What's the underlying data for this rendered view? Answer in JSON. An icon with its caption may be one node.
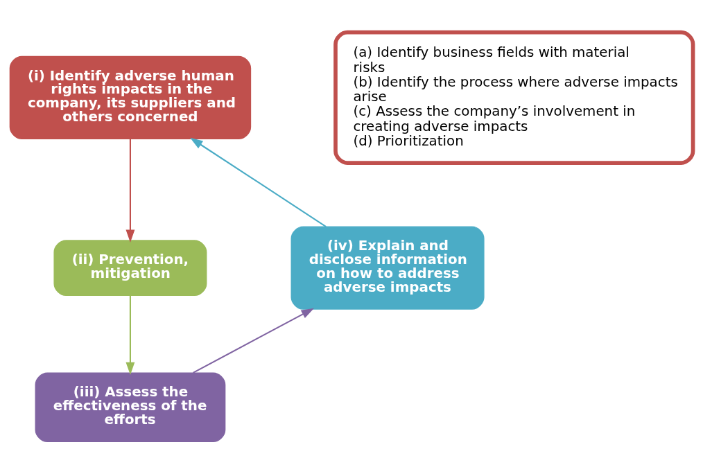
{
  "diagram": {
    "nodes": [
      {
        "text": [
          "(i) Identify adverse human rights impacts in the company, its suppliers and others concerned"
        ]
      },
      {
        "text": [
          "(ii) Prevention, mitigation"
        ]
      },
      {
        "text": [
          "(iii) Assess the effectiveness of the efforts"
        ]
      },
      {
        "text": [
          "(iv) Explain and disclose information on how to address adverse impacts"
        ]
      },
      {
        "text": [
          "(a) Identify business fields with material risks",
          "(b) Identify the process where adverse impacts arise",
          "(c) Assess the company’s involvement in creating adverse impacts",
          "(d) Prioritization"
        ]
      }
    ],
    "edges": [
      {
        "from": 0,
        "to": 1,
        "arrow": "to",
        "color": "#c0504d"
      },
      {
        "from": 1,
        "to": 2,
        "arrow": "to",
        "color": "#9bbb59"
      },
      {
        "from": 2,
        "to": 3,
        "arrow": "to",
        "color": "#8064a2"
      },
      {
        "from": 3,
        "to": 0,
        "arrow": "to",
        "color": "#4bacc6"
      }
    ]
  }
}
